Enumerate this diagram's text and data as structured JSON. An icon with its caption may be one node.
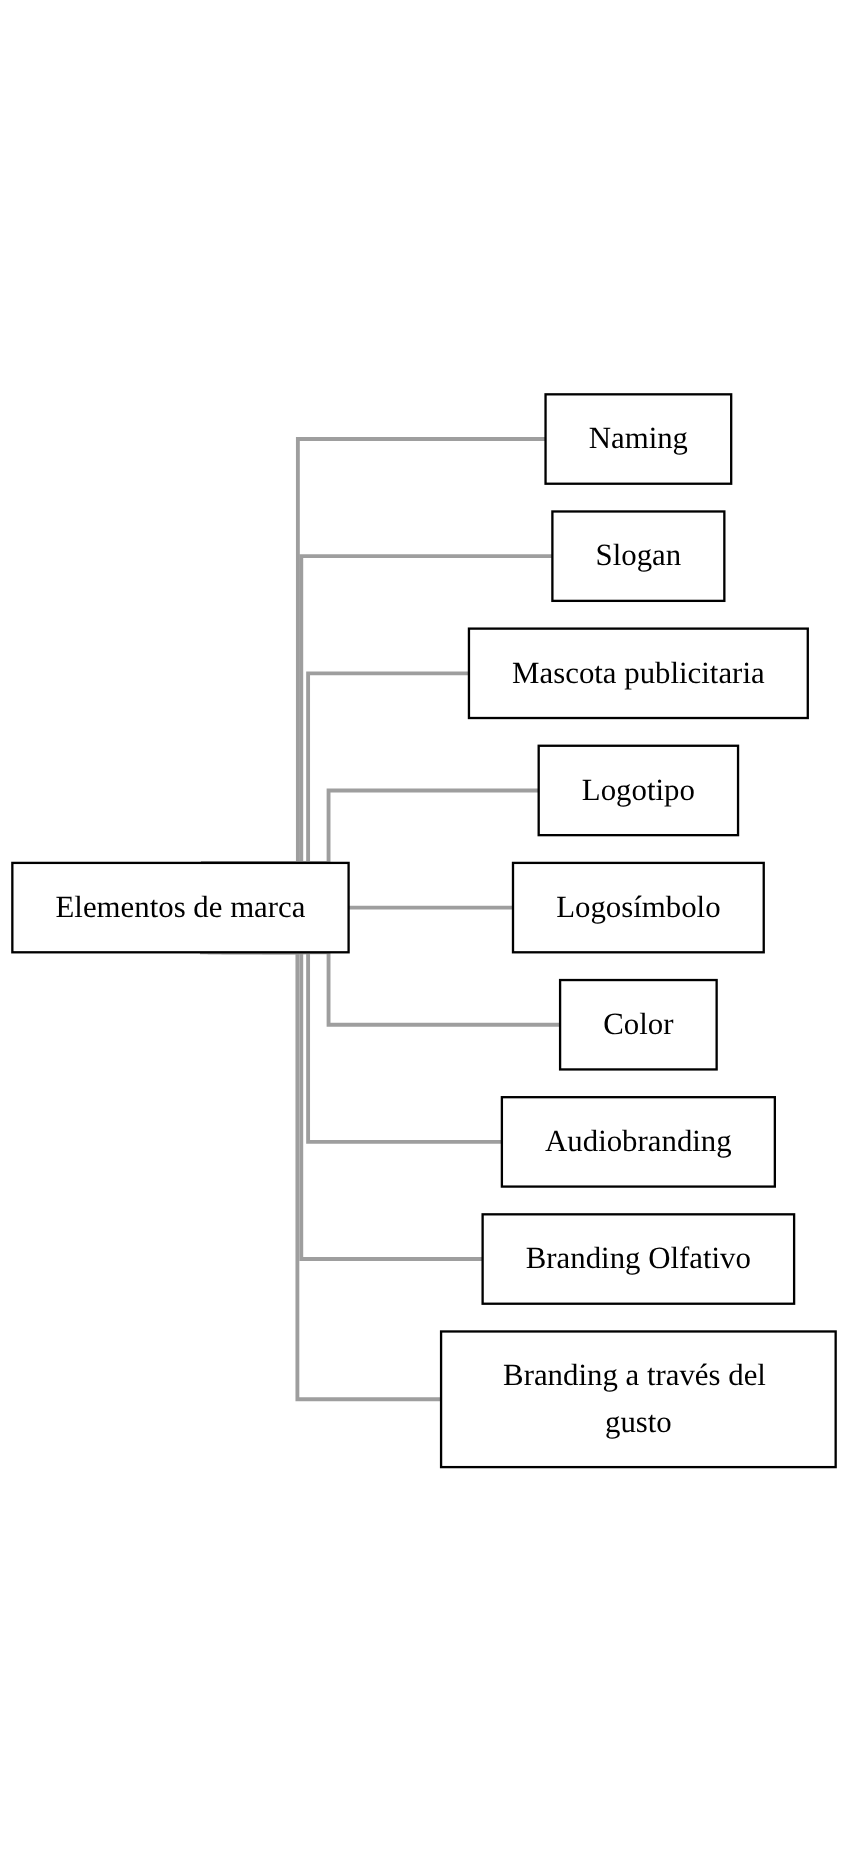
{
  "diagram": {
    "nodes": [
      {
        "text": [
          "Elementos de marca"
        ]
      },
      {
        "text": [
          "Naming"
        ]
      },
      {
        "text": [
          "Slogan"
        ]
      },
      {
        "text": [
          "Mascota publicitaria"
        ]
      },
      {
        "text": [
          "Logotipo"
        ]
      },
      {
        "text": [
          "Logosímbolo"
        ]
      },
      {
        "text": [
          "Color"
        ]
      },
      {
        "text": [
          "Audiobranding"
        ]
      },
      {
        "text": [
          "Branding Olfativo"
        ]
      },
      {
        "text": [
          "Branding a través del gusto"
        ]
      }
    ],
    "edges": [
      {
        "from": 0,
        "to": 1,
        "arrow": "none"
      },
      {
        "from": 0,
        "to": 2,
        "arrow": "none"
      },
      {
        "from": 0,
        "to": 3,
        "arrow": "none"
      },
      {
        "from": 0,
        "to": 4,
        "arrow": "none"
      },
      {
        "from": 0,
        "to": 5,
        "arrow": "none"
      },
      {
        "from": 0,
        "to": 6,
        "arrow": "none"
      },
      {
        "from": 0,
        "to": 7,
        "arrow": "none"
      },
      {
        "from": 0,
        "to": 8,
        "arrow": "none"
      },
      {
        "from": 0,
        "to": 9,
        "arrow": "none"
      }
    ]
  }
}
